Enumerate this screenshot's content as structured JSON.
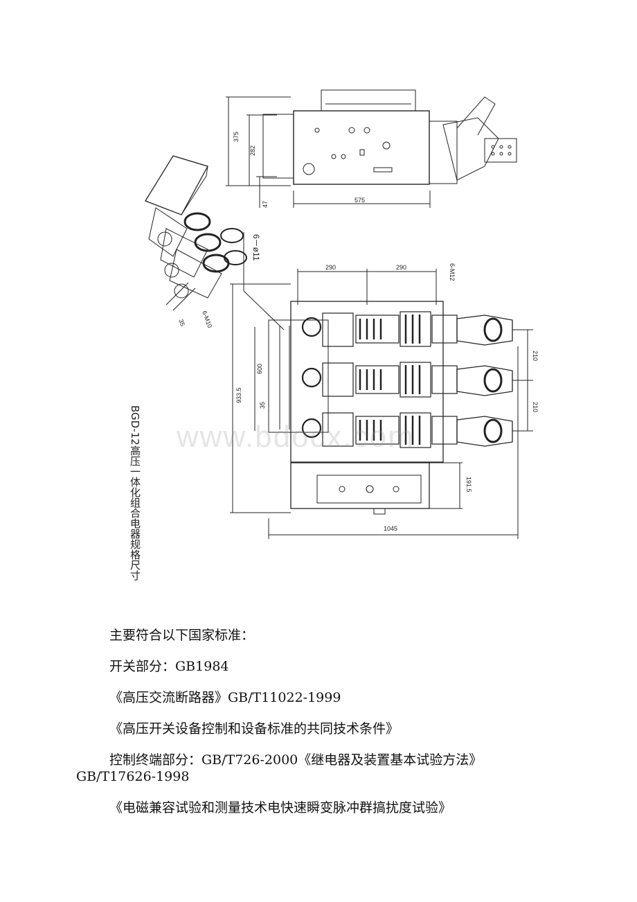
{
  "drawing": {
    "caption": "BGD-12高压一体化组合电器规格尺寸",
    "watermark": "www.bdocx.com",
    "side_view_dims": [
      "375",
      "282",
      "47",
      "575"
    ],
    "iso_view_dims": [
      "6-M10",
      "35"
    ],
    "front_view_dims": [
      "290",
      "290",
      "6-M12",
      "6－ø11",
      "210",
      "210",
      "600",
      "933.5",
      "35",
      "191.5",
      "1045"
    ]
  },
  "text": {
    "l1": "主要符合以下国家标准：",
    "l2": "开关部分：GB1984",
    "l3": "《高压交流断路器》GB/T11022-1999",
    "l4": "《高压开关设备控制和设备标准的共同技术条件》",
    "l5": "控制终端部分：GB/T726-2000《继电器及装置基本试验方法》GB/T17626-1998",
    "l6": "《电磁兼容试验和测量技术电快速瞬变脉冲群搞扰度试验》"
  }
}
